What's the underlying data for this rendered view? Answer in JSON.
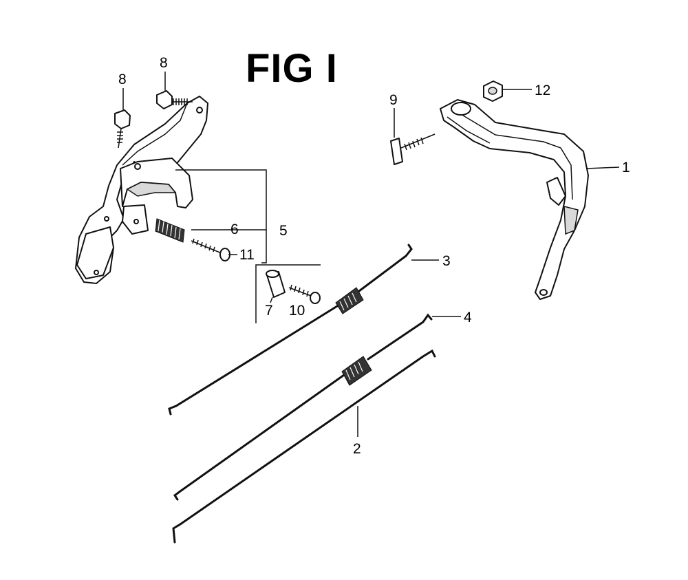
{
  "figure": {
    "title": "FIG I"
  },
  "callouts": {
    "c1": "1",
    "c2": "2",
    "c3": "3",
    "c4": "4",
    "c5": "5",
    "c6": "6",
    "c7": "7",
    "c8a": "8",
    "c8b": "8",
    "c9": "9",
    "c10": "10",
    "c11": "11",
    "c12": "12"
  },
  "parts": [
    {
      "ref": "1",
      "icon": "control-lever-icon"
    },
    {
      "ref": "2",
      "icon": "governor-rod-icon"
    },
    {
      "ref": "3",
      "icon": "choke-rod-icon"
    },
    {
      "ref": "4",
      "icon": "throttle-rod-icon"
    },
    {
      "ref": "5",
      "icon": "base-plate-assembly-icon"
    },
    {
      "ref": "6",
      "icon": "spring-icon"
    },
    {
      "ref": "7",
      "icon": "collar-icon"
    },
    {
      "ref": "8",
      "icon": "bolt-icon"
    },
    {
      "ref": "9",
      "icon": "screw-icon"
    },
    {
      "ref": "10",
      "icon": "bolt-icon"
    },
    {
      "ref": "11",
      "icon": "screw-icon"
    },
    {
      "ref": "12",
      "icon": "nut-icon"
    }
  ],
  "colors": {
    "ink": "#111111",
    "background": "#ffffff"
  }
}
